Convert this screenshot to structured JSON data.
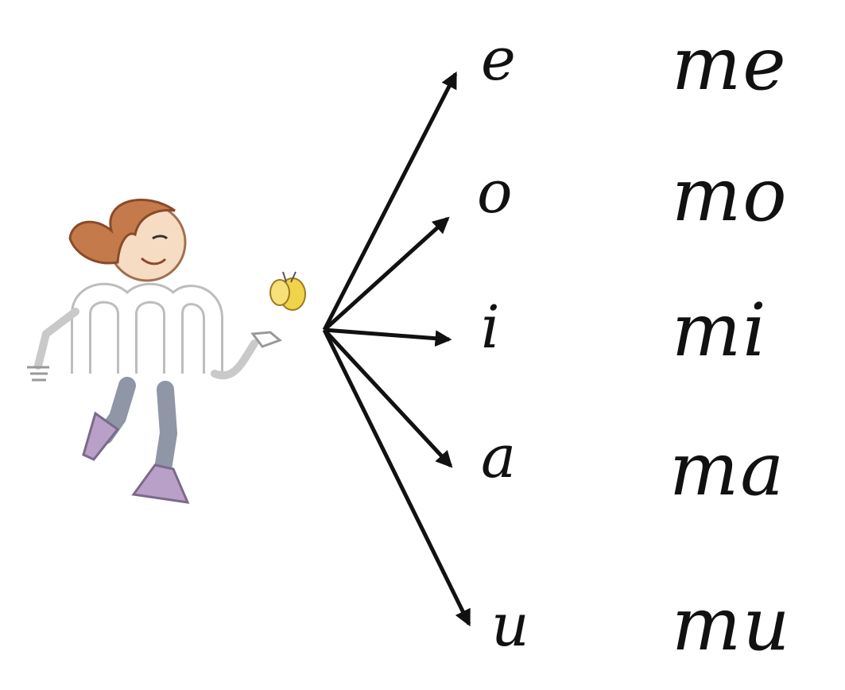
{
  "figure": {
    "letter_name": "m",
    "vowels": [
      "e",
      "o",
      "i",
      "a",
      "u"
    ],
    "syllables": [
      "me",
      "mo",
      "mi",
      "ma",
      "mu"
    ]
  },
  "colors": {
    "ink": "#111111",
    "hair": "#c47a4a",
    "skin": "#f6dcc2",
    "letter_outline": "#bdbdbd",
    "jeans": "#8f96a6",
    "shoes": "#b9a0c8",
    "butterfly": "#f2d24a"
  }
}
